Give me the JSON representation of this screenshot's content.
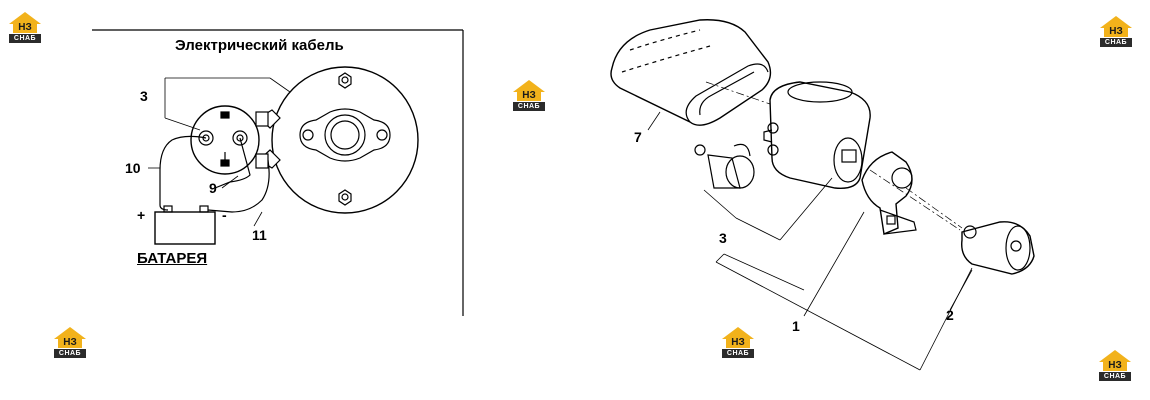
{
  "logo": {
    "letters": "НЗ",
    "band": "СНАБ"
  },
  "left_panel": {
    "title": "Электрический кабель",
    "battery_label": "БАТАРЕЯ",
    "plus": "+",
    "minus": "-",
    "callouts": [
      "3",
      "10",
      "9",
      "11"
    ]
  },
  "right_panel": {
    "callouts": [
      "7",
      "3",
      "1",
      "2"
    ]
  }
}
